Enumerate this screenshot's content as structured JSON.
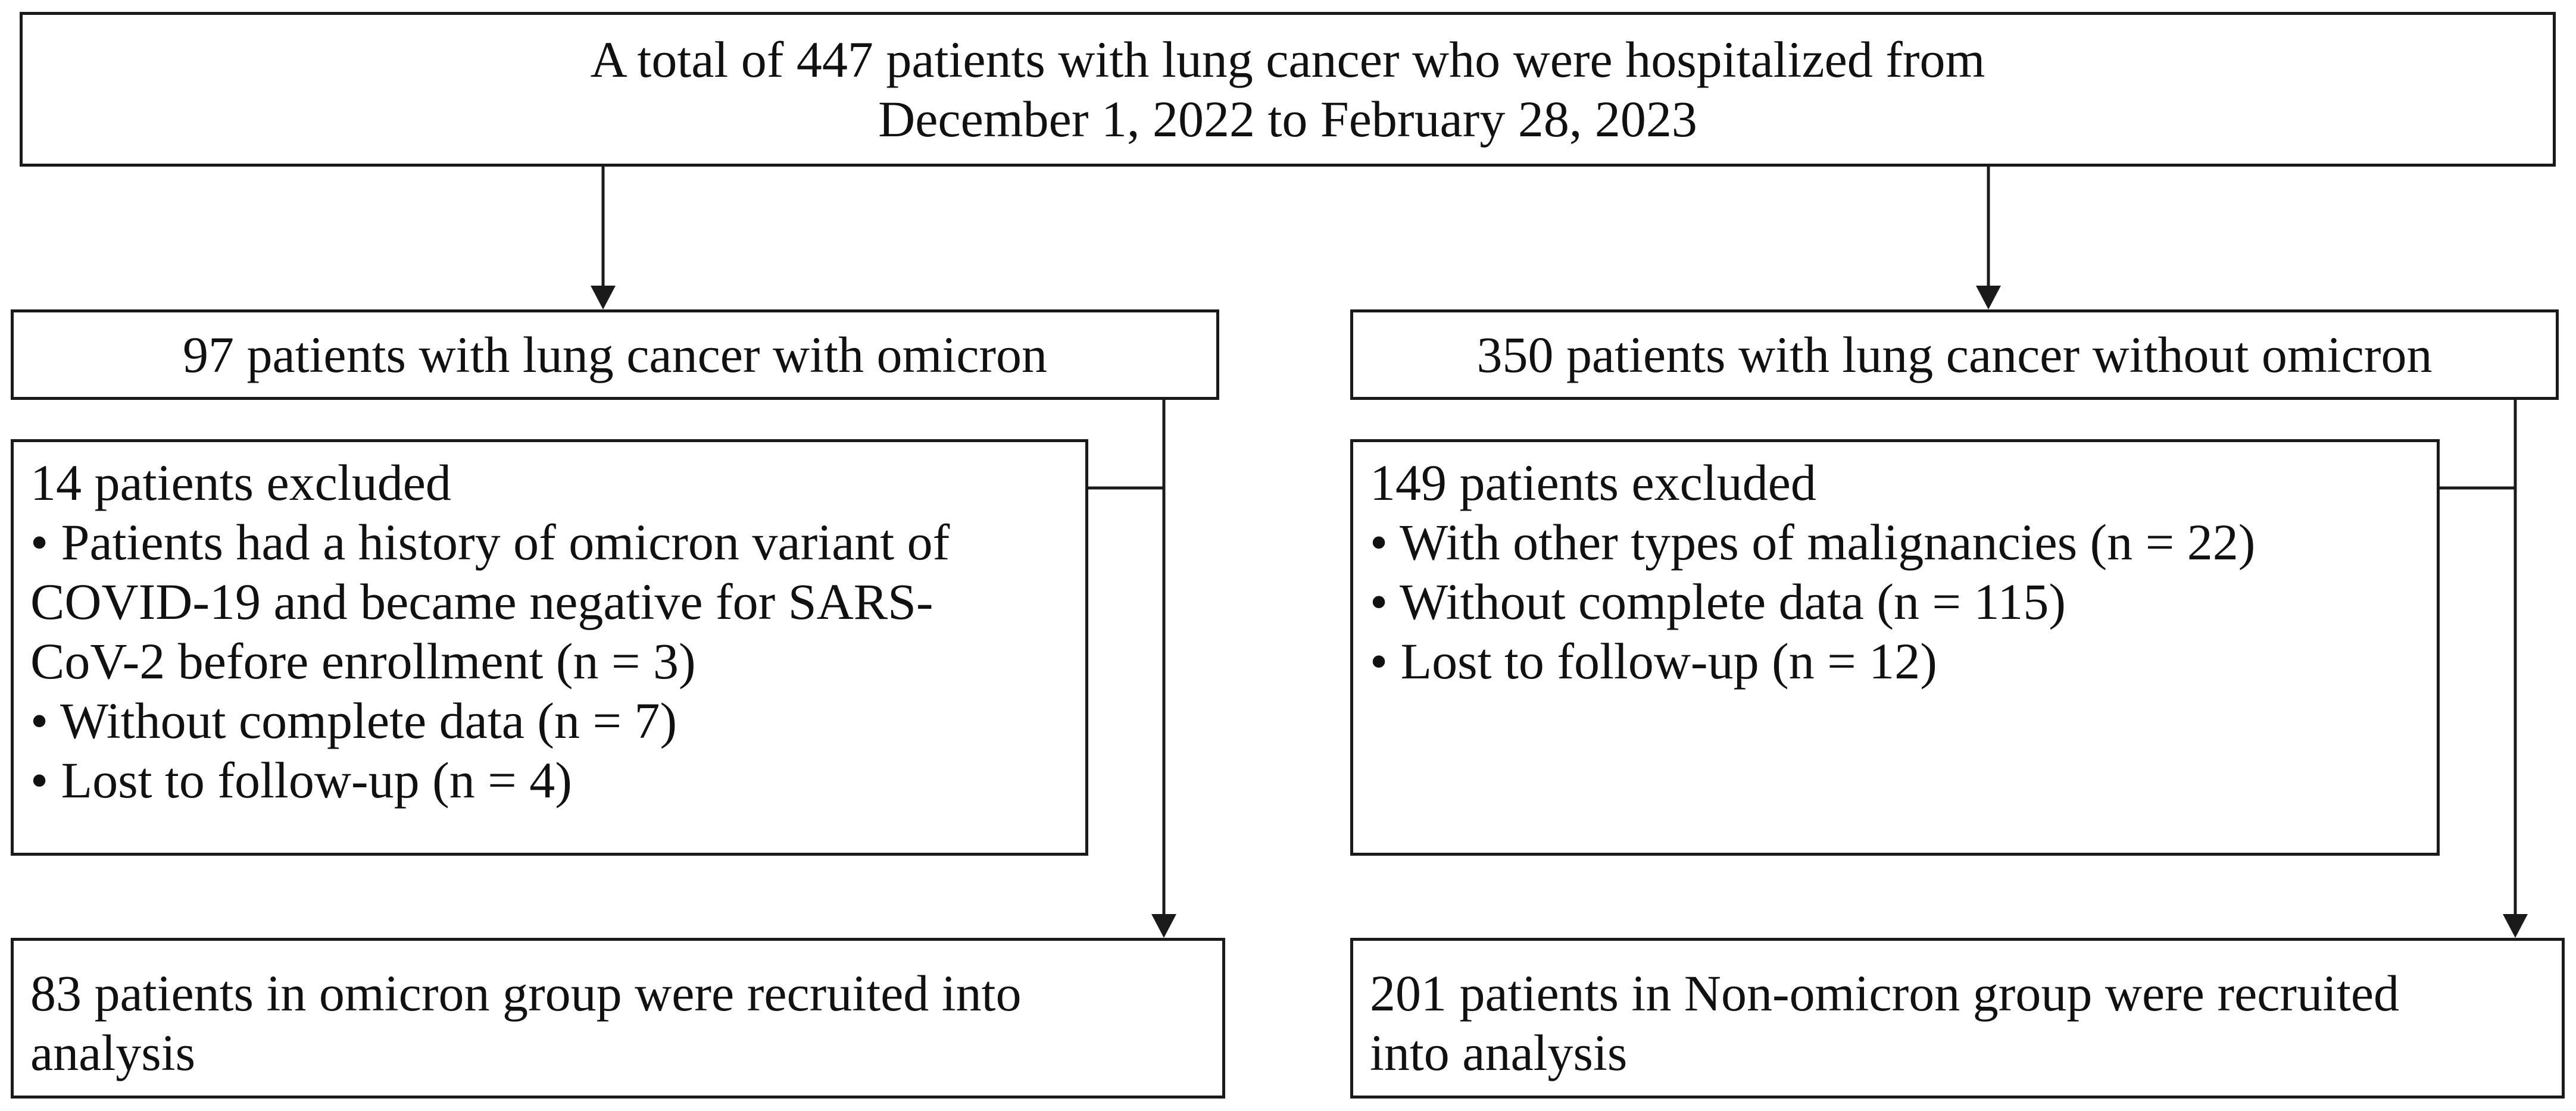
{
  "top": {
    "lines": [
      "A total of 447 patients with lung cancer who were hospitalized from",
      "December 1, 2022 to February 28, 2023"
    ]
  },
  "left": {
    "group_title": "97 patients with lung cancer with omicron",
    "excluded": {
      "lines": [
        "14 patients excluded",
        "• Patients had a history of omicron variant of",
        "COVID-19 and became negative for SARS-",
        "CoV-2 before enrollment (n = 3)",
        "• Without complete data (n = 7)",
        "• Lost to follow-up (n = 4)"
      ]
    },
    "final": {
      "lines": [
        "83 patients in omicron group were recruited into",
        "analysis"
      ]
    }
  },
  "right": {
    "group_title": "350 patients with lung cancer without omicron",
    "excluded": {
      "lines": [
        "149 patients excluded",
        "• With other types of malignancies (n = 22)",
        "• Without complete data (n = 115)",
        "• Lost to follow-up (n = 12)"
      ]
    },
    "final": {
      "lines": [
        "201 patients in Non-omicron group were recruited",
        "into analysis"
      ]
    }
  }
}
